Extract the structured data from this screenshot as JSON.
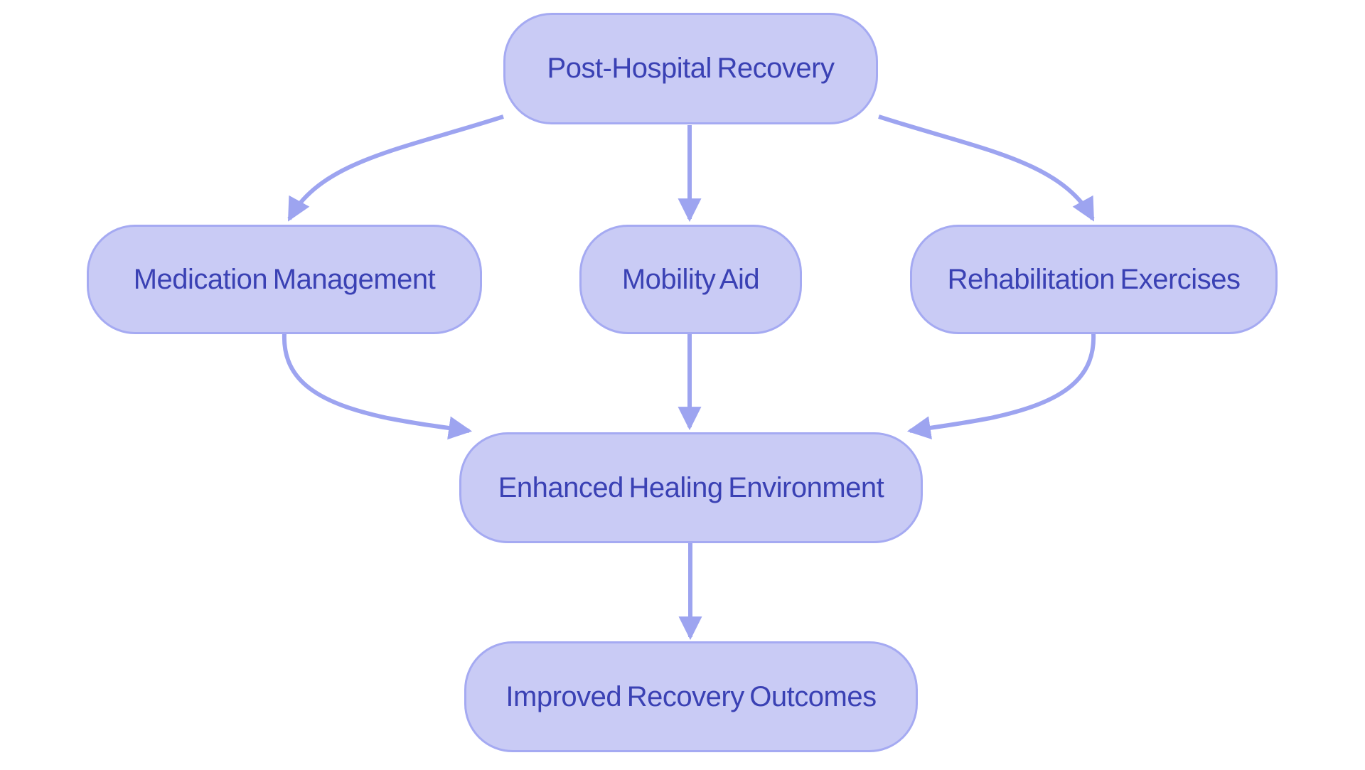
{
  "diagram": {
    "type": "flowchart",
    "direction": "top-down",
    "nodes": [
      {
        "id": "post-hospital-recovery",
        "label": "Post-Hospital Recovery"
      },
      {
        "id": "medication-management",
        "label": "Medication Management"
      },
      {
        "id": "mobility-aid",
        "label": "Mobility Aid"
      },
      {
        "id": "rehabilitation-exercises",
        "label": "Rehabilitation Exercises"
      },
      {
        "id": "enhanced-healing-environment",
        "label": "Enhanced Healing Environment"
      },
      {
        "id": "improved-recovery-outcomes",
        "label": "Improved Recovery Outcomes"
      }
    ],
    "edges": [
      {
        "from": "post-hospital-recovery",
        "to": "medication-management"
      },
      {
        "from": "post-hospital-recovery",
        "to": "mobility-aid"
      },
      {
        "from": "post-hospital-recovery",
        "to": "rehabilitation-exercises"
      },
      {
        "from": "medication-management",
        "to": "enhanced-healing-environment"
      },
      {
        "from": "mobility-aid",
        "to": "enhanced-healing-environment"
      },
      {
        "from": "rehabilitation-exercises",
        "to": "enhanced-healing-environment"
      },
      {
        "from": "enhanced-healing-environment",
        "to": "improved-recovery-outcomes"
      }
    ],
    "theme": {
      "node_fill": "#c9cbf5",
      "node_border": "#a5aaf2",
      "edge_color": "#9da4f0",
      "text_color": "#3a41b4",
      "background": "#ffffff"
    }
  }
}
